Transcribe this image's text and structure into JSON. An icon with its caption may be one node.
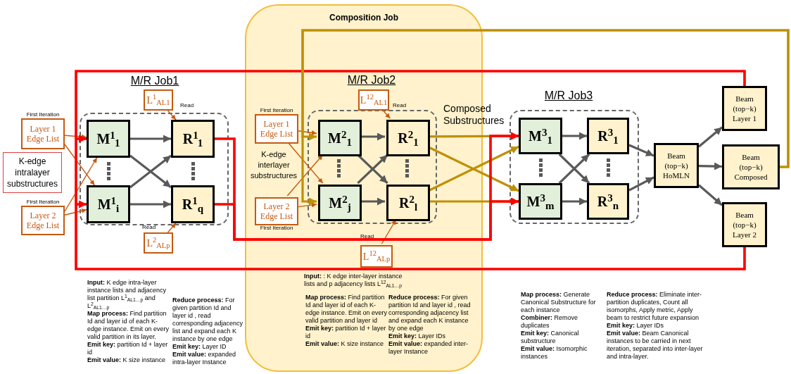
{
  "diagram": {
    "nodes": [
      {
        "text": [
          "Composition Job",
          "**Input:** : K edge inter-layer instance lists and p adjacency lists L$^{12}$$_{AL1…p}$",
          "**Map process:** Find partition Id and layer id of each K-edge instance. Emit on every valid partition and layer id",
          "**Emit key:** partition Id + layer id",
          "**Emit value:** K size instance",
          "**Reduce process:** For given partition Id and layer id , read corresponding adjacency list and expand each K instance by one edge",
          "**Emit key:** Layer IDs",
          "**Emit value:** expanded inter-layer Instance"
        ]
      },
      {
        "text": [
          "Layer 1 Edge List"
        ],
        "beside": [
          "First Iteration"
        ]
      },
      {
        "text": [
          "K-edge intralayer substructures"
        ]
      },
      {
        "text": [
          "Layer 2 Edge List"
        ],
        "beside": [
          "First Iteration"
        ]
      },
      {
        "text": [
          "L$^{1}$$_{AL1}$"
        ]
      },
      {
        "text": [
          "M$^{1}$$_{1}$"
        ]
      },
      {
        "text": [
          "R$^{1}$$_{1}$"
        ]
      },
      {
        "text": [
          "M$^{1}$$_{i}$"
        ]
      },
      {
        "text": [
          "R$^{1}$$_{q}$"
        ]
      },
      {
        "text": [
          "L$^{2}$$_{ALp}$"
        ]
      },
      {
        "text": [
          "Layer 1 Edge List"
        ],
        "beside": [
          "First Iteration"
        ],
        "in": 0
      },
      {
        "text": [
          "Layer 2 Edge List"
        ],
        "beside": [
          "First Iteration"
        ],
        "in": 0
      },
      {
        "text": [
          "L$^{12}$$_{AL1}$"
        ],
        "in": 0
      },
      {
        "text": [
          "M$^{2}$$_{1}$"
        ],
        "in": 0
      },
      {
        "text": [
          "R$^{2}$$_{1}$"
        ],
        "in": 0
      },
      {
        "text": [
          "M$^{2}$$_{j}$"
        ],
        "in": 0
      },
      {
        "text": [
          "R$^{2}$$_{l}$"
        ],
        "in": 0
      },
      {
        "text": [
          "L$^{12}$$_{ALp}$"
        ],
        "in": 0
      },
      {
        "text": [
          "M$^{3}$$_{1}$"
        ]
      },
      {
        "text": [
          "R$^{3}$$_{1}$"
        ]
      },
      {
        "text": [
          "M$^{3}$$_{m}$"
        ]
      },
      {
        "text": [
          "R$^{3}$$_{n}$"
        ]
      },
      {
        "text": [
          "Beam (top−k) HoMLN"
        ]
      },
      {
        "text": [
          "Beam (top−k) Layer 1"
        ]
      },
      {
        "text": [
          "Beam (top−k) Composed"
        ]
      },
      {
        "text": [
          "Beam (top−k) Layer 2"
        ]
      }
    ],
    "edges": [
      {
        "from": 1,
        "to": 5,
        "arrow": "to",
        "color": "#c55a11"
      },
      {
        "from": 1,
        "to": 7,
        "arrow": "to",
        "color": "#c55a11"
      },
      {
        "from": 3,
        "to": 5,
        "arrow": "to",
        "color": "#c55a11"
      },
      {
        "from": 3,
        "to": 7,
        "arrow": "to",
        "color": "#c55a11"
      },
      {
        "from": 4,
        "to": 6,
        "arrow": "to",
        "color": "#c55a11"
      },
      {
        "from": 9,
        "to": 8,
        "arrow": "to",
        "color": "#c55a11"
      },
      {
        "from": 5,
        "to": 6,
        "arrow": "to"
      },
      {
        "from": 5,
        "to": 8,
        "arrow": "to"
      },
      {
        "from": 7,
        "to": 6,
        "arrow": "to"
      },
      {
        "from": 7,
        "to": 8,
        "arrow": "to"
      },
      {
        "from": 10,
        "to": 13,
        "arrow": "to",
        "color": "#c55a11"
      },
      {
        "from": 10,
        "to": 15,
        "arrow": "to",
        "color": "#c55a11"
      },
      {
        "from": 11,
        "to": 13,
        "arrow": "to",
        "color": "#c55a11"
      },
      {
        "from": 11,
        "to": 15,
        "arrow": "to",
        "color": "#c55a11"
      },
      {
        "from": 12,
        "to": 14,
        "arrow": "to",
        "color": "#c55a11"
      },
      {
        "from": 17,
        "to": 16,
        "arrow": "to",
        "color": "#c55a11"
      },
      {
        "from": 13,
        "to": 14,
        "arrow": "to"
      },
      {
        "from": 13,
        "to": 16,
        "arrow": "to"
      },
      {
        "from": 15,
        "to": 14,
        "arrow": "to"
      },
      {
        "from": 15,
        "to": 16,
        "arrow": "to"
      },
      {
        "from": 14,
        "to": 18,
        "arrow": "to",
        "color": "#bf9000"
      },
      {
        "from": 14,
        "to": 20,
        "arrow": "to",
        "color": "#bf9000"
      },
      {
        "from": 16,
        "to": 18,
        "arrow": "to",
        "color": "#bf9000"
      },
      {
        "from": 16,
        "to": 20,
        "arrow": "to",
        "color": "#bf9000"
      },
      {
        "from": 6,
        "to": 18,
        "arrow": "to",
        "color": "#ff0000"
      },
      {
        "from": 6,
        "to": 20,
        "arrow": "to",
        "color": "#ff0000"
      },
      {
        "from": 8,
        "to": 18,
        "arrow": "to",
        "color": "#ff0000"
      },
      {
        "from": 8,
        "to": 20,
        "arrow": "to",
        "color": "#ff0000"
      },
      {
        "from": 18,
        "to": 19,
        "arrow": "to"
      },
      {
        "from": 18,
        "to": 21,
        "arrow": "to"
      },
      {
        "from": 20,
        "to": 19,
        "arrow": "to"
      },
      {
        "from": 20,
        "to": 21,
        "arrow": "to"
      },
      {
        "from": 19,
        "to": 22,
        "arrow": "to"
      },
      {
        "from": 21,
        "to": 22,
        "arrow": "to"
      },
      {
        "from": 22,
        "to": 23,
        "arrow": "to"
      },
      {
        "from": 22,
        "to": 24,
        "arrow": "to"
      },
      {
        "from": 22,
        "to": 25,
        "arrow": "to"
      },
      {
        "from": 23,
        "to": 5,
        "arrow": "to",
        "color": "#ff0000"
      },
      {
        "from": 23,
        "to": 7,
        "arrow": "to",
        "color": "#ff0000"
      },
      {
        "from": 25,
        "to": 5,
        "arrow": "to",
        "color": "#ff0000"
      },
      {
        "from": 25,
        "to": 7,
        "arrow": "to",
        "color": "#ff0000"
      },
      {
        "from": 24,
        "to": 13,
        "arrow": "to",
        "color": "#bf9000"
      },
      {
        "from": 24,
        "to": 15,
        "arrow": "to",
        "color": "#bf9000"
      }
    ],
    "labels": [
      "M/R Job1",
      "Read",
      "Read",
      "M/R Job2",
      "Read",
      "K-edge interlayer substructures",
      "Read",
      "Composed Substructures",
      "M/R Job3",
      "**Input:** K edge intra-layer instance lists and adjacency list partition L$^{1}$$_{AL1…p}$ and L$^{2}$$_{AL1…p}$",
      "**Map process:** Find partition Id and layer id of each K-edge instance. Emit on every valid partition in its layer.",
      "**Emit key:** partition Id + layer id",
      "**Emit value:** K size instance",
      "**Reduce process:** For given partition Id and layer id , read corresponding adjacency list and expand each K instance by one edge",
      "**Emit key:** Layer ID",
      "**Emit value:** expanded intra-layer Instance",
      "**Map process:** Generate Canonical Substructure for each instance",
      "**Combiner:** Remove duplicates",
      "**Emit key:** Canonical substructure",
      "**Emit value:** Isomorphic instances",
      "**Reduce process:** Eliminate inter-partition duplicates, Count all isomorphs, Apply metric, Apply beam to restrict future expansion",
      "**Emit key:** Layer IDs",
      "**Emit value:** Beam Canonical instances to be carried in next iteration, separated into inter-layer and intra-layer."
    ]
  }
}
